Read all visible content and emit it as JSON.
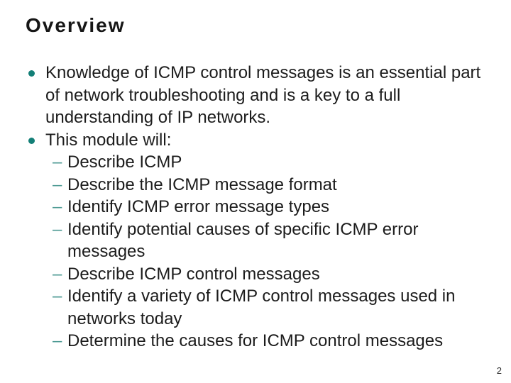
{
  "slide": {
    "title": "Overview",
    "page_number": "2"
  },
  "theme": {
    "background": "#ffffff",
    "text_color": "#1c1c1c",
    "bullet_color": "#137f77",
    "dash_color": "#4d9a93"
  },
  "glyphs": {
    "bullet": "•",
    "dash": "–"
  },
  "content": {
    "bullets": [
      {
        "text": "Knowledge of ICMP control messages is an essential part of network troubleshooting and is a key to a full understanding of IP networks.",
        "subs": []
      },
      {
        "text": "This module will:",
        "subs": [
          "Describe ICMP",
          "Describe the ICMP message format",
          "Identify ICMP error message types",
          "Identify potential causes of specific ICMP error messages",
          "Describe ICMP control messages",
          "Identify a variety of ICMP control messages used in networks today",
          "Determine the causes for ICMP control messages"
        ]
      }
    ]
  }
}
